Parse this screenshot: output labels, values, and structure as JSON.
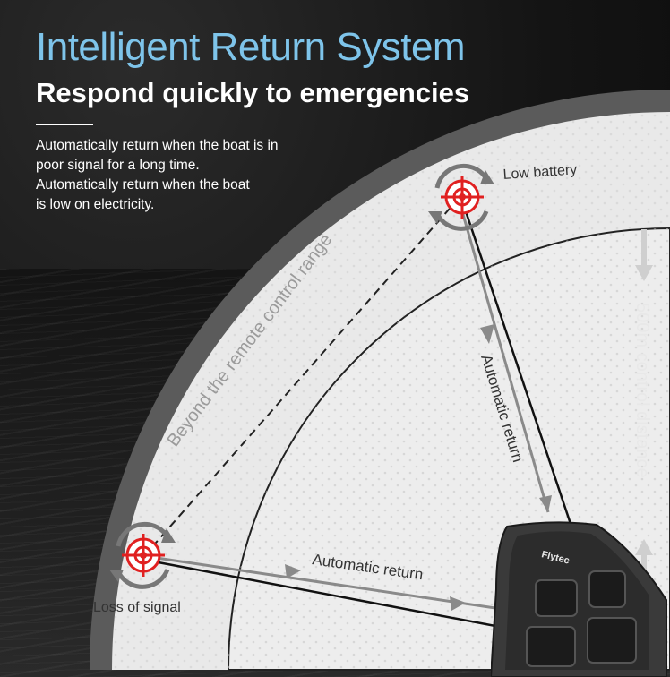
{
  "header": {
    "title": "Intelligent Return System",
    "subtitle": "Respond quickly to emergencies"
  },
  "description": {
    "lines": [
      "Automatically return when the boat is in",
      "poor signal for a long time.",
      "Automatically return when the boat",
      "is low on electricity."
    ]
  },
  "diagram": {
    "outer_range_label": "Beyond the remote control range",
    "low_battery_label": "Low battery",
    "loss_of_signal_label": "Loss of signal",
    "return_label_1": "Automatic return",
    "return_label_2": "Automatic return",
    "distance_label": "500m control distance",
    "boat_brand": "Flytec"
  },
  "colors": {
    "title": "#7ec4ea",
    "target_red": "#e02020",
    "ring_outer": "#555555",
    "zone_fill": "#e6e6e6"
  }
}
